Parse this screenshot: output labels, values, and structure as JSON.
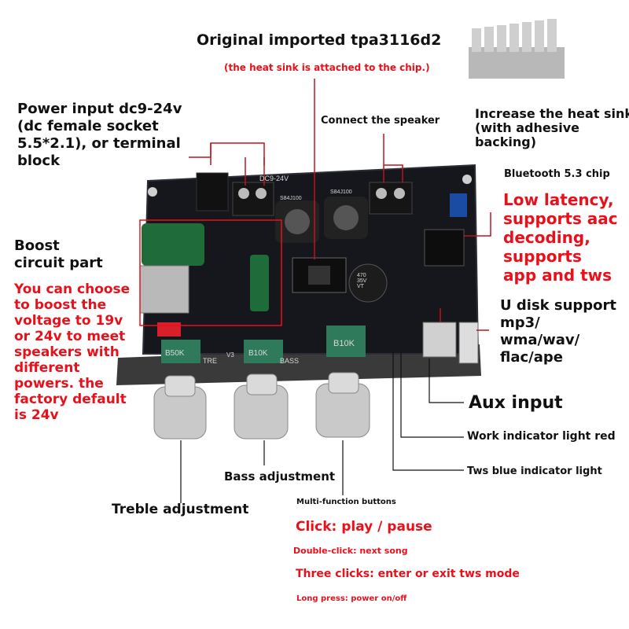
{
  "title": "Original imported tpa3116d2",
  "subtitle": "(the heat sink is attached to the chip.)",
  "power_input": "Power input dc9-24v\n(dc female socket\n5.5*2.1), or terminal\nblock",
  "connect_speaker": "Connect the speaker",
  "heat_sink": "Increase the heat sink\n(with adhesive\nbacking)",
  "bt_chip": "Bluetooth 5.3 chip",
  "low_latency": "Low latency,\nsupports aac\ndecoding,\nsupports\napp and tws",
  "boost_part": "Boost\ncircuit part",
  "boost_desc": "You can choose\nto boost the\nvoltage to 19v\nor 24v to meet\nspeakers with\ndifferent\npowers. the\nfactory default\nis 24v",
  "udisk": "U disk support\nmp3/\nwma/wav/\nflac/ape",
  "aux": "Aux input",
  "work_light": "Work indicator light red",
  "tws_light": "Tws blue indicator light",
  "bass": "Bass adjustment",
  "treble": "Treble adjustment",
  "multi_buttons": "Multi-function buttons",
  "click": "Click: play / pause",
  "double_click": "Double-click: next song",
  "three_clicks": "Three clicks: enter or exit tws mode",
  "long_press": "Long press: power on/off",
  "board": {
    "silk_dc": "DC9-24V",
    "silk_inductor": "S84J100",
    "silk_treble": "TRE",
    "silk_v3": "V3",
    "silk_bass": "BASS",
    "silk_cap": "470\n35V\nVT",
    "pot1": "B50K",
    "pot2": "B10K",
    "pot3": "B10K"
  },
  "colors": {
    "accent_red": "#e8111b",
    "board": "#15171c",
    "line": "#c0141c"
  }
}
